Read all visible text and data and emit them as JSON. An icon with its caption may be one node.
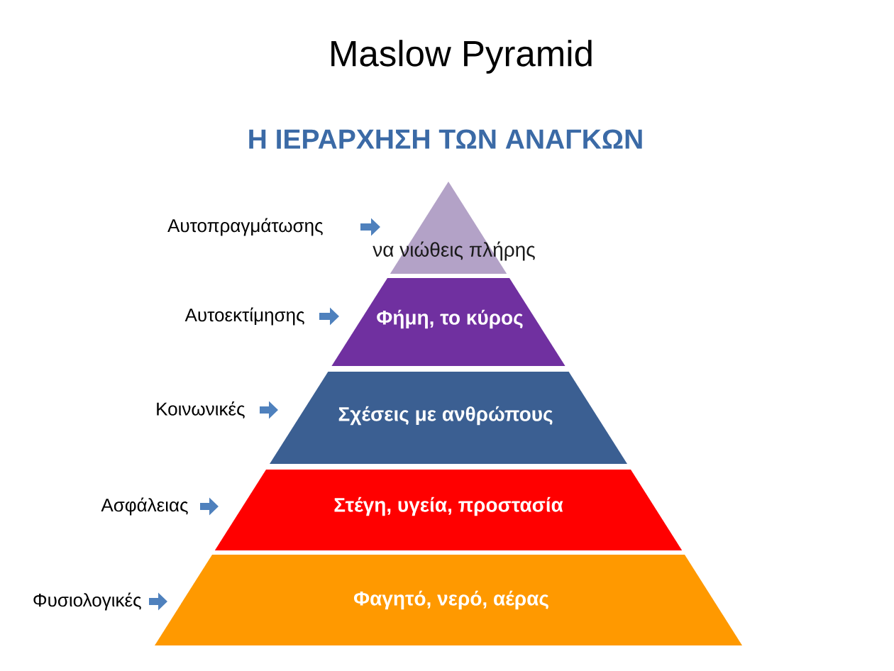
{
  "diagram": {
    "title": "Maslow Pyramid",
    "nodes": [
      {
        "text": [
          "να νιώθεις πλήρης"
        ],
        "beside": [
          "Αυτοπραγμάτωσης"
        ]
      },
      {
        "text": [
          "Φήμη, το κύρος"
        ],
        "beside": [
          "Αυτοεκτίμησης"
        ]
      },
      {
        "text": [
          "Σχέσεις με ανθρώπους"
        ],
        "beside": [
          "Κοινωνικές"
        ]
      },
      {
        "text": [
          "Στέγη, υγεία, προστασία"
        ],
        "beside": [
          "Ασφάλειας"
        ]
      },
      {
        "text": [
          "Φαγητό, νερό, αέρας"
        ],
        "beside": [
          "Φυσιολογικές"
        ]
      }
    ],
    "labels": [
      "Η ΙΕΡΑΡΧΗΣΗ ΤΩΝ ΑΝΑΓΚΩΝ"
    ]
  }
}
